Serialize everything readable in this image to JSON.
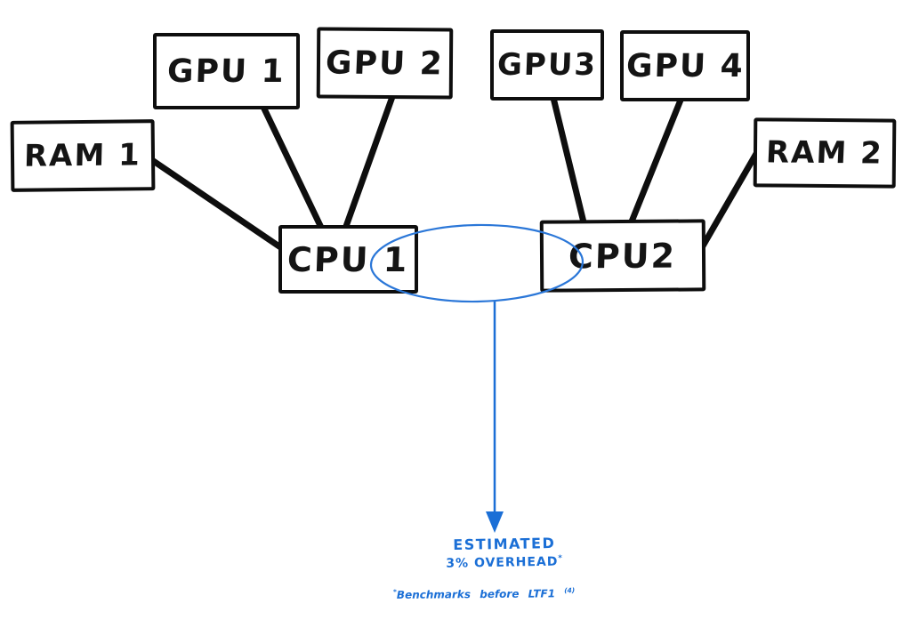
{
  "canvas": {
    "background": "#ffffff",
    "ink_black": "#0e0e0e",
    "ink_blue": "#1b6fd6"
  },
  "diagram": {
    "nodes": [
      {
        "id": "ram1",
        "label": "RAM 1"
      },
      {
        "id": "gpu1",
        "label": "GPU 1"
      },
      {
        "id": "gpu2",
        "label": "GPU 2"
      },
      {
        "id": "gpu3",
        "label": "GPU3"
      },
      {
        "id": "gpu4",
        "label": "GPU 4"
      },
      {
        "id": "ram2",
        "label": "RAM 2"
      },
      {
        "id": "cpu1",
        "label": "CPU 1"
      },
      {
        "id": "cpu2",
        "label": "CPU2"
      }
    ],
    "edges": [
      {
        "from": "ram1",
        "to": "cpu1"
      },
      {
        "from": "gpu1",
        "to": "cpu1"
      },
      {
        "from": "gpu2",
        "to": "cpu1"
      },
      {
        "from": "gpu3",
        "to": "cpu2"
      },
      {
        "from": "gpu4",
        "to": "cpu2"
      },
      {
        "from": "ram2",
        "to": "cpu2"
      }
    ]
  },
  "annotation": {
    "title": "ESTIMATED",
    "subtitle": "3% OVERHEAD",
    "subtitle_marker": "*",
    "footnote_marker": "*",
    "footnote_text": "Benchmarks before LTF1",
    "footnote_sup": "(4)"
  }
}
